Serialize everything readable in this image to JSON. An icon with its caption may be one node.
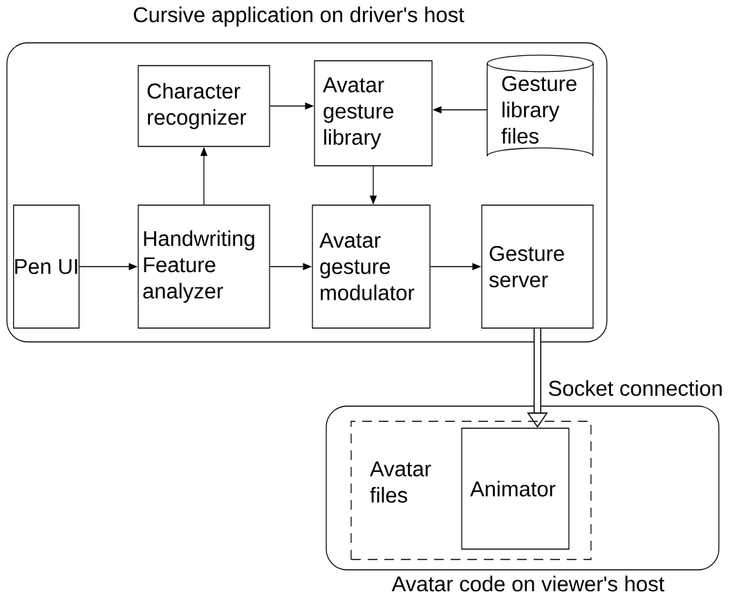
{
  "diagram": {
    "nodes": [
      {
        "text": [
          "Cursive application on driver's host"
        ]
      },
      {
        "text": [
          "Character recognizer"
        ],
        "in": 0
      },
      {
        "text": [
          "Avatar gesture library"
        ],
        "in": 0
      },
      {
        "text": [
          "Gesture library files"
        ],
        "in": 0
      },
      {
        "text": [
          "Pen UI"
        ],
        "in": 0
      },
      {
        "text": [
          "Handwriting Feature analyzer"
        ],
        "in": 0
      },
      {
        "text": [
          "Avatar gesture modulator"
        ],
        "in": 0
      },
      {
        "text": [
          "Gesture server"
        ],
        "in": 0
      },
      {
        "text": [
          "Avatar code on viewer's host"
        ]
      },
      {
        "text": [
          "Avatar files"
        ],
        "in": 8
      },
      {
        "text": [
          "Animator"
        ],
        "in": 9
      }
    ],
    "edges": [
      {
        "from": 1,
        "to": 2,
        "arrow": "to"
      },
      {
        "from": 3,
        "to": 2,
        "arrow": "to"
      },
      {
        "from": 5,
        "to": 1,
        "arrow": "to"
      },
      {
        "from": 2,
        "to": 6,
        "arrow": "to"
      },
      {
        "from": 4,
        "to": 5,
        "arrow": "to"
      },
      {
        "from": 5,
        "to": 6,
        "arrow": "to"
      },
      {
        "from": 6,
        "to": 7,
        "arrow": "to"
      },
      {
        "from": 7,
        "to": 10,
        "arrow": "to",
        "label": "Socket connection",
        "style": "thick"
      }
    ]
  }
}
